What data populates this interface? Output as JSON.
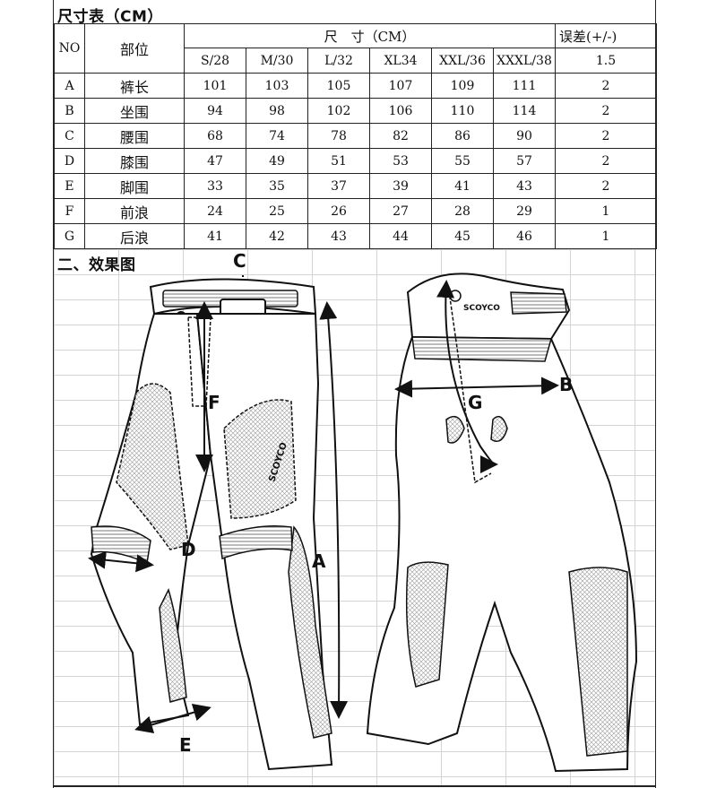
{
  "size_table": {
    "title": "尺寸表（CM）",
    "header": {
      "no": "NO",
      "part": "部位",
      "size_group": "尺　寸（CM）",
      "tolerance": "误差(+/-)"
    },
    "sizes": [
      "S/28",
      "M/30",
      "L/32",
      "XL34",
      "XXL/36",
      "XXXL/38"
    ],
    "tolerance_value": "1.5",
    "rows": [
      {
        "no": "A",
        "part": "裤长",
        "values": [
          "101",
          "103",
          "105",
          "107",
          "109",
          "111"
        ],
        "tol": "2"
      },
      {
        "no": "B",
        "part": "坐围",
        "values": [
          "94",
          "98",
          "102",
          "106",
          "110",
          "114"
        ],
        "tol": "2"
      },
      {
        "no": "C",
        "part": "腰围",
        "values": [
          "68",
          "74",
          "78",
          "82",
          "86",
          "90"
        ],
        "tol": "2"
      },
      {
        "no": "D",
        "part": "膝围",
        "values": [
          "47",
          "49",
          "51",
          "53",
          "55",
          "57"
        ],
        "tol": "2"
      },
      {
        "no": "E",
        "part": "脚围",
        "values": [
          "33",
          "35",
          "37",
          "39",
          "41",
          "43"
        ],
        "tol": "2"
      },
      {
        "no": "F",
        "part": "前浪",
        "values": [
          "24",
          "25",
          "26",
          "27",
          "28",
          "29"
        ],
        "tol": "1"
      },
      {
        "no": "G",
        "part": "后浪",
        "values": [
          "41",
          "42",
          "43",
          "44",
          "45",
          "46"
        ],
        "tol": "1"
      }
    ]
  },
  "effect": {
    "title": "二、效果图",
    "labels": {
      "a": "A",
      "b": "B",
      "c": "C",
      "d": "D",
      "e": "E",
      "f": "F",
      "g": "G"
    },
    "brand": "SCOYCO"
  }
}
